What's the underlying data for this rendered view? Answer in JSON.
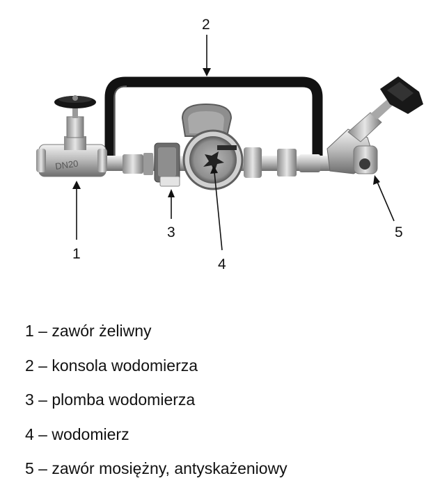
{
  "callouts": {
    "c1": "1",
    "c2": "2",
    "c3": "3",
    "c4": "4",
    "c5": "5"
  },
  "legend": [
    "1 – zawór żeliwny",
    "2 – konsola wodomierza",
    "3 – plomba wodomierza",
    "4 – wodomierz",
    "5 – zawór mosiężny, antyskażeniowy"
  ],
  "valve_marking": "DN20",
  "colors": {
    "metal_light": "#d9d9d9",
    "metal_dark": "#7a7a7a",
    "bracket": "#121212",
    "leader": "#111111"
  }
}
